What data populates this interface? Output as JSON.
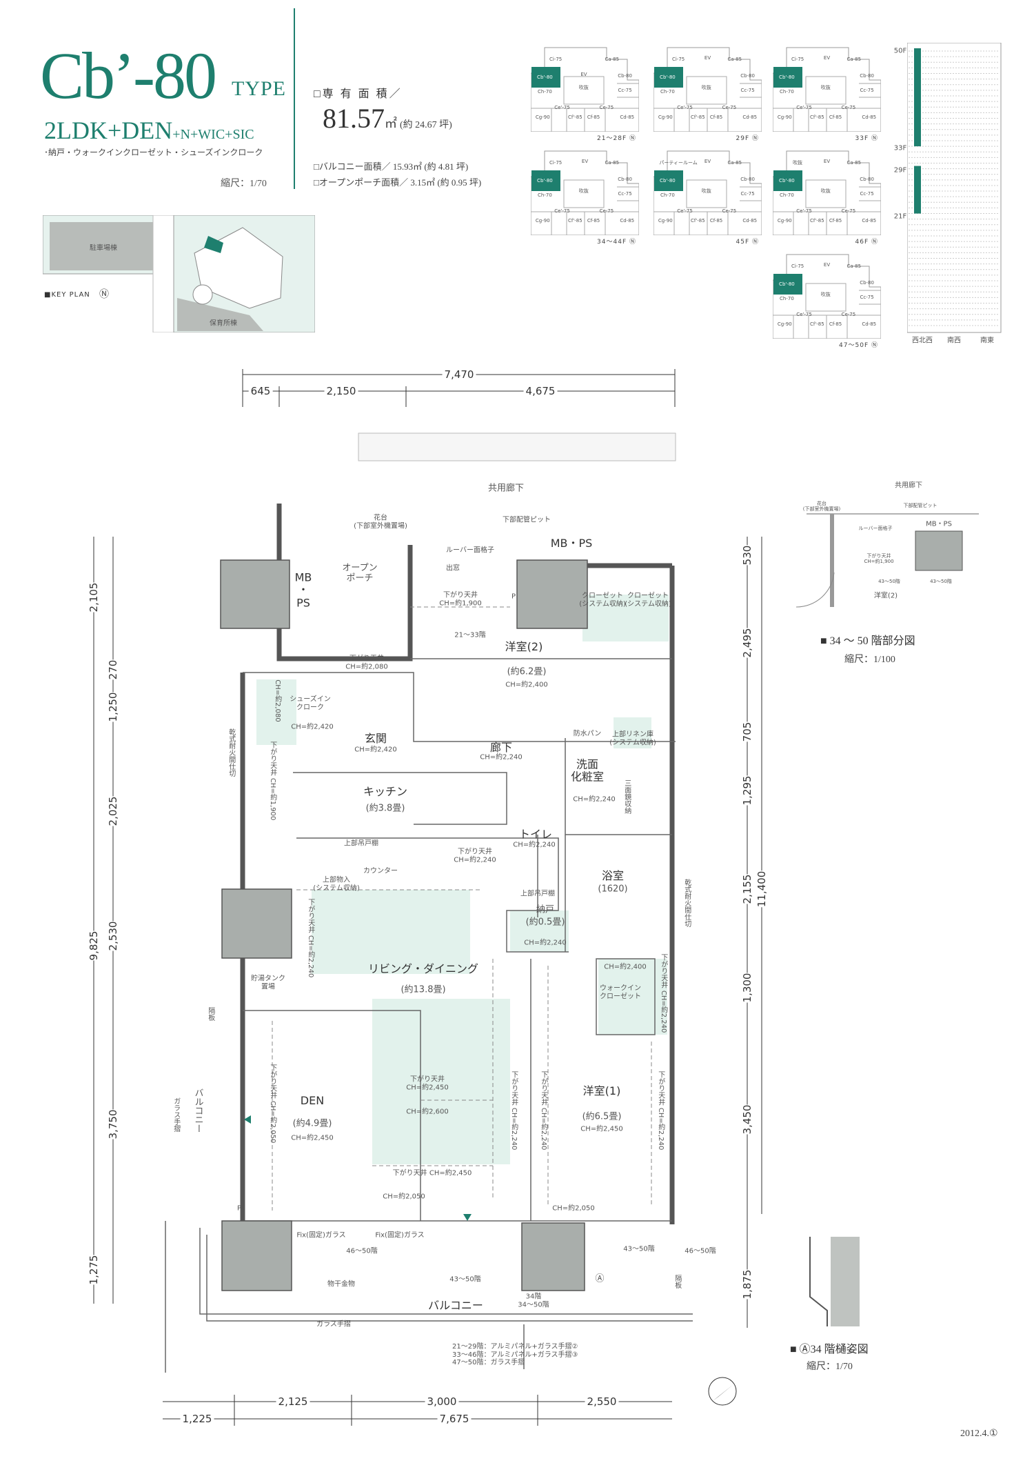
{
  "header": {
    "type_code": "Cb’-80",
    "type_suffix": "TYPE",
    "layout": "2LDK+DEN",
    "layout_extra": "+N+WIC+SIC",
    "layout_note": "･納戸・ウォークインクローゼット・シューズインクローク",
    "scale": "縮尺：1/70",
    "area_label": "□専 有 面 積／",
    "area_value": "81.57",
    "area_unit": "㎡",
    "area_tsubo": "(約 24.67 坪)",
    "balcony_area": "□バルコニー面積／ 15.93㎡ (約 4.81 坪)",
    "porch_area": "□オープンポーチ面積／ 3.15㎡ (約 0.95 坪)"
  },
  "key_plan": {
    "label": "■KEY PLAN",
    "parking": "駐車場棟",
    "nursery": "保育所棟"
  },
  "floor_plans": [
    {
      "floor": "21～28F",
      "ci": "Ci-75",
      "top_ev": false
    },
    {
      "floor": "29F",
      "ci": "Ci-75",
      "top_ev": true
    },
    {
      "floor": "33F",
      "ci": "Ci-75",
      "top_ev": true
    },
    {
      "floor": "34～44F",
      "ci": "Ci-75",
      "top_ev": true
    },
    {
      "floor": "45F",
      "ci": "パーティールーム",
      "top_ev": true
    },
    {
      "floor": "46F",
      "ci": "吹抜",
      "top_ev": true
    },
    {
      "floor": "47～50F",
      "ci": "Ci-75",
      "top_ev": true
    }
  ],
  "unit_labels": {
    "ca": "Ca-85",
    "ev": "EV",
    "target": "Cb'-80",
    "cb": "Cb-80",
    "void": "吹抜",
    "ch": "Ch-70",
    "cc": "Cc-75",
    "ce2": "Ce'-75",
    "ce": "Ce-75",
    "cg": "Cg-90",
    "cf2": "Cf'-85",
    "cf": "Cf-85",
    "cd": "Cd-85"
  },
  "floor_stack": {
    "labels": [
      "50F",
      "33F",
      "29F",
      "21F"
    ],
    "columns": [
      "西北西",
      "南西",
      "南東"
    ],
    "highlight_ranges": [
      [
        33,
        50
      ],
      [
        21,
        29
      ]
    ]
  },
  "dimensions": {
    "top": {
      "total": "7,470",
      "parts": [
        "645",
        "2,150",
        "4,675"
      ]
    },
    "left": {
      "parts": [
        "2,105",
        "270",
        "1,250",
        "2,025",
        "2,530",
        "3,750",
        "1,275"
      ],
      "total": "9,825"
    },
    "right": {
      "parts": [
        "530",
        "2,495",
        "705",
        "1,295",
        "2,155",
        "1,300",
        "3,450",
        "1,875"
      ],
      "total": "11,400"
    },
    "bottom": {
      "parts": [
        "2,125",
        "3,000",
        "2,550"
      ],
      "left": "1,225",
      "total": "7,675"
    }
  },
  "rooms": {
    "corridor": "共用廊下",
    "planter": "花台\n(下部室外機置場)",
    "pipe_pit": "下部配管ピット",
    "louver": "ルーバー面格子",
    "bay": "出窓",
    "mbps_top": "MB・PS",
    "mbps_left": "MB\n・\nPS",
    "porch": "オープン\nポーチ",
    "ceil_1900": "下がり天井\nCH=約1,900",
    "closet1": "クローゼット\n(システム収納)",
    "closet2": "クローゼット\n(システム収納)",
    "floors_21_33": "21～33階",
    "room2": "洋室(2)",
    "room2_size": "(約6.2畳)",
    "room2_ch": "CH=約2,400",
    "ceil_2080": "下がり天井\nCH=約2,080",
    "sic": "シューズイン\nクローク",
    "sic_ch": "CH=約2,420",
    "sic_ch_v": "CH=約2,080",
    "entrance": "玄関",
    "entrance_ch": "CH=約2,420",
    "hall": "廊下",
    "hall_ch": "CH=約2,240",
    "pan": "防水パン",
    "linen": "上部リネン庫\n(システム収納)",
    "wash": "洗面\n化粧室",
    "wash_ch": "CH=約2,240",
    "mirror": "三面鏡収納",
    "partition_l": "乾式耐火間仕切",
    "partition_r": "乾式耐火間仕切",
    "kitchen_ceil": "下がり天井 CH=約1,900",
    "kitchen": "キッチン",
    "kitchen_size": "(約3.8畳)",
    "toilet": "トイレ",
    "toilet_ch": "CH=約2,240",
    "upper_cab": "上部吊戸棚",
    "ceil_2240": "下がり天井\nCH=約2,240",
    "bath": "浴室",
    "bath_size": "(1620)",
    "counter": "カウンター",
    "upper_store": "上部物入\n(システム収納)",
    "toilet_cab": "上部吊戸棚",
    "storage": "納戸",
    "storage_size": "(約0.5畳)",
    "storage_ch": "CH=約2,240",
    "ld": "リビング・ダイニング",
    "ld_size": "(約13.8畳)",
    "ld_ceil_v": "下がり天井 CH=約2,240",
    "tank": "貯湯タンク\n置場",
    "wic_ch": "CH=約2,400",
    "wic": "ウォークイン\nクローゼット",
    "wic_ceil_v": "下がり天井 CH=約2,240",
    "partition_board": "隔板",
    "partition_board2": "隔板",
    "den": "DEN",
    "den_size": "(約4.9畳)",
    "den_ch": "CH=約2,450",
    "den_ceil_v": "下がり天井 CH=約2,050",
    "ld_ceil": "下がり天井\nCH=約2,450",
    "ld_ch": "CH=約2,600",
    "ld_ceil_v2": "下がり天井 CH=約2,240",
    "room1": "洋室(1)",
    "room1_size": "(約6.5畳)",
    "room1_ch": "CH=約2,450",
    "room1_ceil_l": "下がり天井 CH=約2,240",
    "room1_ceil_r": "下がり天井 CH=約2,240",
    "balcony_v": "バルコニー",
    "glass_rail_v": "ガラス手摺",
    "ld_ceil_bottom": "下がり天井 CH=約2,450",
    "ch_2050a": "CH=約2,050",
    "ch_2050b": "CH=約2,050",
    "fix1": "Fix(固定)ガラス",
    "fix2": "Fix(固定)ガラス",
    "f46_50a": "46～50階",
    "f46_50b": "46～50階",
    "f43_50a": "43～50階",
    "f43_50b": "43～50階",
    "dryer": "物干金物",
    "balcony": "バルコニー",
    "f34": "34階\n34～50階",
    "glass_rail": "ガラス手摺",
    "rail_note": "21～29階：アルミパネル+ガラス手摺②\n33～46階：アルミパネル+ガラス手摺③\n47～50階：ガラス手摺",
    "marker_a": "Ⓐ",
    "p1": "P",
    "p2": "P"
  },
  "partial": {
    "title": "■ 34 ～ 50 階部分図",
    "scale": "縮尺：1/100",
    "corridor": "共用廊下",
    "planter": "花台\n(下部室外機置場)",
    "pipe": "下部配管ピット",
    "louver": "ルーバー面格子",
    "mbps": "MB・PS",
    "ceil": "下がり天井\nCH=約1,900",
    "f43a": "43～50階",
    "f43b": "43～50階",
    "room": "洋室(2)"
  },
  "gutter": {
    "title": "■ Ⓐ34 階樋姿図",
    "scale": "縮尺：1/70"
  },
  "date": "2012.4.①",
  "colors": {
    "accent": "#1e7f6e",
    "fill": "#e2f2ec",
    "column": "#a9aeab"
  }
}
